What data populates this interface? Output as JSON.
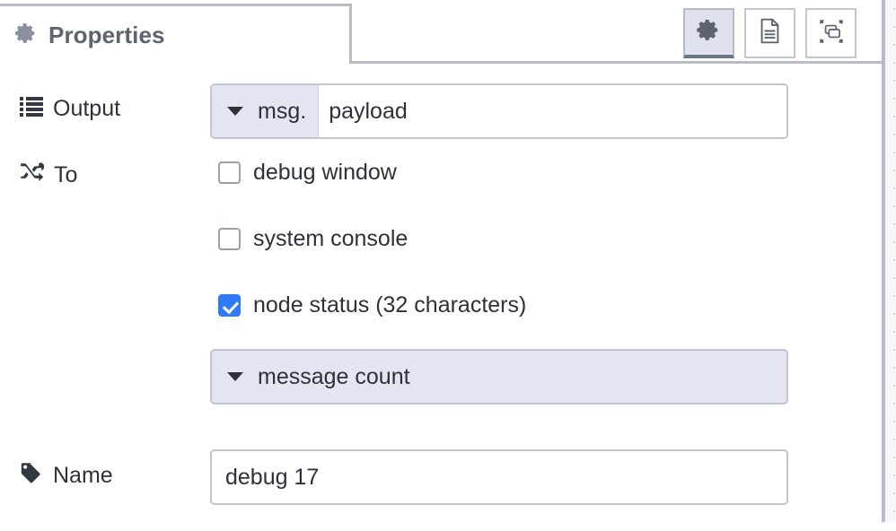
{
  "panel": {
    "tab": {
      "label": "Properties",
      "icon": "gear-icon"
    },
    "tab_buttons": [
      {
        "name": "properties-tab-button",
        "icon": "gear-icon",
        "active": true
      },
      {
        "name": "description-tab-button",
        "icon": "document-icon",
        "active": false
      },
      {
        "name": "appearance-tab-button",
        "icon": "node-appearance-icon",
        "active": false
      }
    ]
  },
  "form": {
    "output": {
      "label": "Output",
      "icon": "list-icon",
      "type_prefix": "msg.",
      "value": "payload"
    },
    "to": {
      "label": "To",
      "icon": "shuffle-icon",
      "options": [
        {
          "label": "debug window",
          "checked": false
        },
        {
          "label": "system console",
          "checked": false
        },
        {
          "label": "node status (32 characters)",
          "checked": true
        }
      ],
      "status_select": "message count"
    },
    "name": {
      "label": "Name",
      "icon": "tag-icon",
      "value": "debug 17"
    }
  },
  "colors": {
    "accent_blue": "#2f7bf6",
    "lavender": "#e3e5f1",
    "border_gray": "#c3c6d0",
    "tab_text": "#5d6470",
    "text": "#2e3138"
  }
}
